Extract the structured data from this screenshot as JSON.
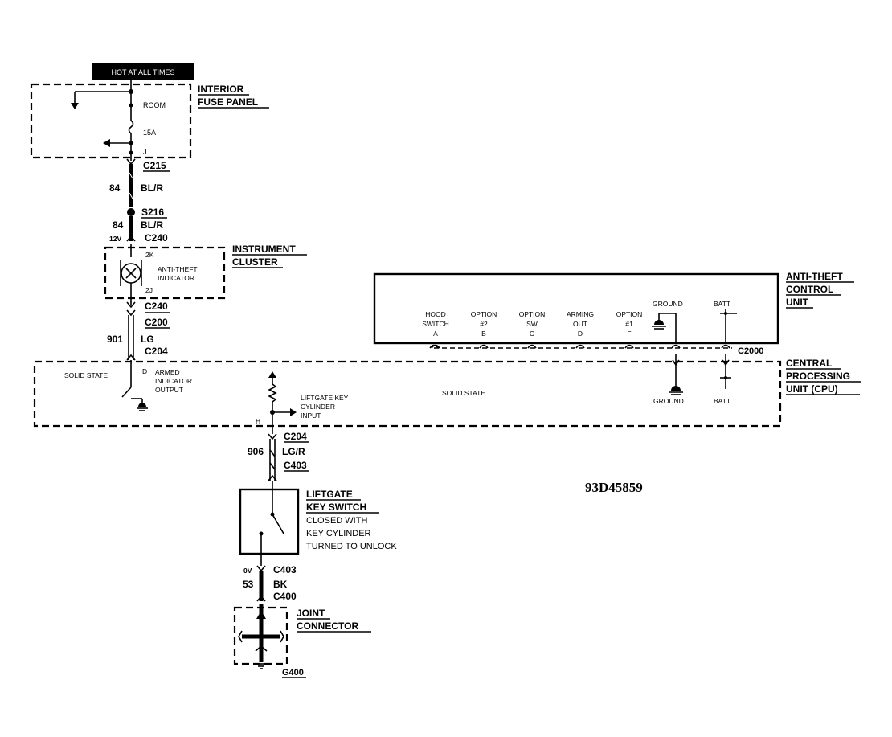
{
  "hot_label": "HOT AT ALL TIMES",
  "fuse_panel": {
    "title_1": "INTERIOR",
    "title_2": "FUSE PANEL",
    "room": "ROOM",
    "fuse": "15A",
    "pin": "J"
  },
  "c215": "C215",
  "wire_84a": {
    "num": "84",
    "color": "BL/R"
  },
  "s216": "S216",
  "wire_84b": {
    "num": "84",
    "color": "BL/R"
  },
  "volt_12": "12V",
  "c240_top": "C240",
  "instrument_cluster": {
    "title_1": "INSTRUMENT",
    "title_2": "CLUSTER",
    "pin_top": "2K",
    "pin_bottom": "2J",
    "indicator_1": "ANTI-THEFT",
    "indicator_2": "INDICATOR"
  },
  "c240_bottom": "C240",
  "c200": "C200",
  "wire_901": {
    "num": "901",
    "color": "LG"
  },
  "c204_top": "C204",
  "cpu": {
    "title_1": "CENTRAL",
    "title_2": "PROCESSING",
    "title_3": "UNIT (CPU)",
    "solid_state_left": "SOLID STATE",
    "pin_d": "D",
    "armed_1": "ARMED",
    "armed_2": "INDICATOR",
    "armed_3": "OUTPUT",
    "liftgate_1": "LIFTGATE KEY",
    "liftgate_2": "CYLINDER",
    "liftgate_3": "INPUT",
    "pin_h": "H",
    "solid_state_center": "SOLID STATE",
    "ground": "GROUND",
    "batt": "BATT"
  },
  "atcu": {
    "title_1": "ANTI-THEFT",
    "title_2": "CONTROL",
    "title_3": "UNIT",
    "terminals": [
      {
        "l1": "HOOD",
        "l2": "SWITCH",
        "pin": "A"
      },
      {
        "l1": "OPTION",
        "l2": "#2",
        "pin": "B"
      },
      {
        "l1": "OPTION",
        "l2": "SW",
        "pin": "C"
      },
      {
        "l1": "ARMING",
        "l2": "OUT",
        "pin": "D"
      },
      {
        "l1": "OPTION",
        "l2": "#1",
        "pin": "F"
      }
    ],
    "ground": "GROUND",
    "batt": "BATT",
    "connector": "C2000"
  },
  "c204_bottom": "C204",
  "wire_906": {
    "num": "906",
    "color": "LG/R"
  },
  "c403_top": "C403",
  "liftgate_switch": {
    "title_1": "LIFTGATE",
    "title_2": "KEY SWITCH",
    "desc_1": "CLOSED WITH",
    "desc_2": "KEY CYLINDER",
    "desc_3": "TURNED TO UNLOCK"
  },
  "volt_0": "0V",
  "c403_bottom": "C403",
  "wire_53": {
    "num": "53",
    "color": "BK"
  },
  "c400": "C400",
  "joint_connector": {
    "title_1": "JOINT",
    "title_2": "CONNECTOR"
  },
  "g400": "G400",
  "figure_id": "93D45859"
}
